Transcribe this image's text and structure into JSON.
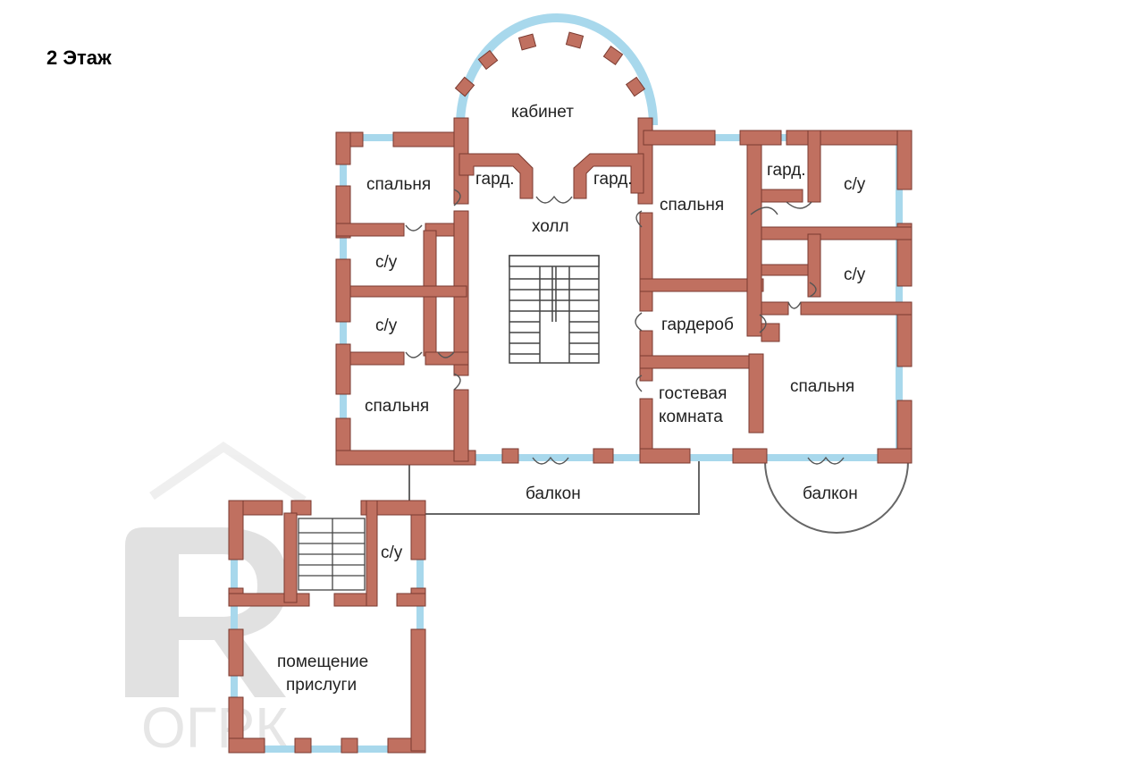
{
  "title": "2 Этаж",
  "rooms": {
    "office": "кабинет",
    "bedroom_nw": "спальня",
    "wardrobe_w": "гард.",
    "wardrobe_e": "гард.",
    "hall": "холл",
    "bedroom_ne": "спальня",
    "wardrobe_ne": "гард.",
    "wc_ne_top": "с/у",
    "wc_ne_mid": "с/у",
    "wc_w_top": "с/у",
    "wc_w_mid": "с/у",
    "wardrobe_room": "гардероб",
    "bedroom_sw": "спальня",
    "guest_room_line1": "гостевая",
    "guest_room_line2": "комната",
    "bedroom_se": "спальня",
    "balcony_main": "балкон",
    "balcony_east": "балкон",
    "wc_annex": "с/у",
    "servants_line1": "помещение",
    "servants_line2": "прислуги"
  },
  "watermark": {
    "logo_text": "ОГРК"
  },
  "colors": {
    "wall": "#c07060",
    "wall_stroke": "#7a3a30",
    "window": "#a8d8ec",
    "background": "#ffffff",
    "watermark": "#d0d0d0"
  }
}
